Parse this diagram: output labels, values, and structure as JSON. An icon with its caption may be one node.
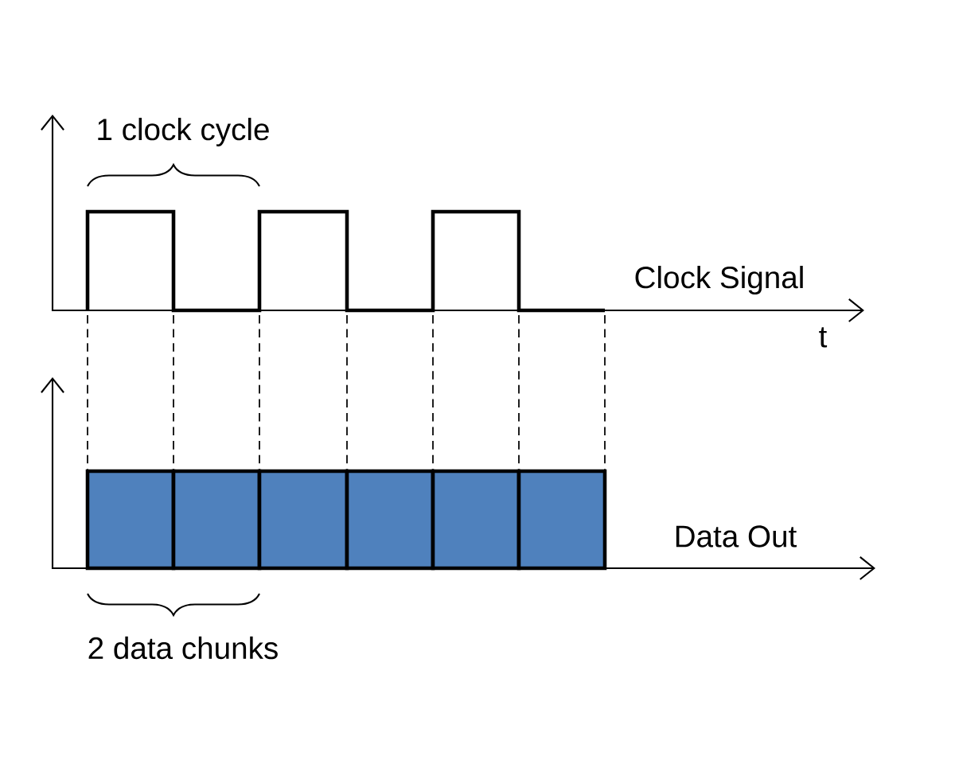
{
  "diagram": {
    "labels": [
      "1 clock cycle",
      "Clock Signal",
      "t",
      "Data Out",
      "2 data chunks"
    ]
  }
}
